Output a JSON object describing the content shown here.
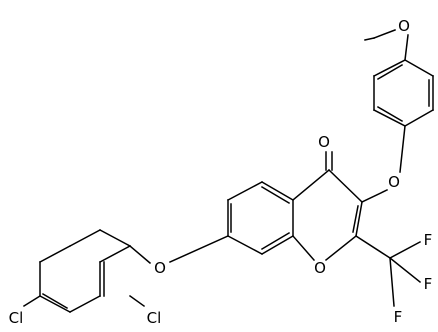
{
  "molecule": {
    "atoms": [
      {
        "id": "a1",
        "label": "O"
      },
      {
        "id": "a2",
        "label": "O"
      },
      {
        "id": "a3",
        "label": "O"
      },
      {
        "id": "a4",
        "label": "O"
      },
      {
        "id": "a5",
        "label": "O"
      },
      {
        "id": "a6",
        "label": "F"
      },
      {
        "id": "a7",
        "label": "F"
      },
      {
        "id": "a8",
        "label": "F"
      },
      {
        "id": "a9",
        "label": "Cl"
      },
      {
        "id": "a10",
        "label": "Cl"
      }
    ]
  }
}
